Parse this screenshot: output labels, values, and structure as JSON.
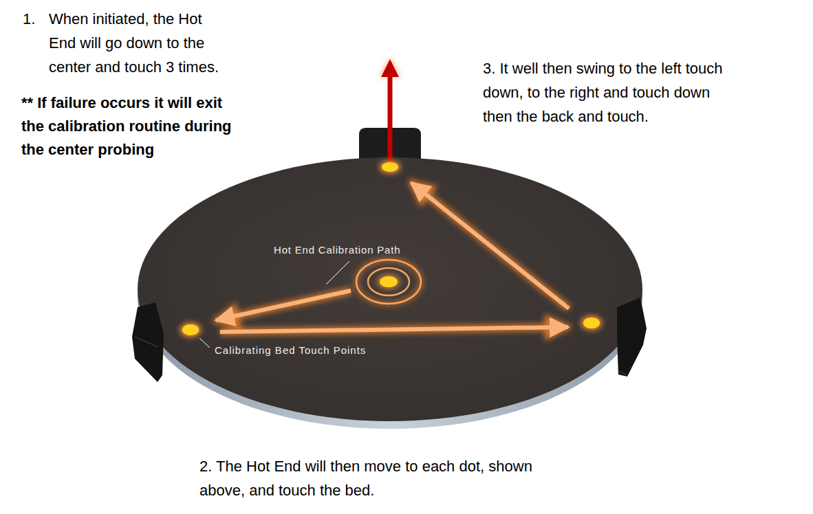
{
  "diagram": {
    "labels": [
      "1.",
      "When initiated, the Hot End will go down to the center and touch 3 times.",
      "** If failure occurs it will exit the calibration routine during the center probing",
      "3. It well then swing to the left touch down, to the right and touch down then the back and touch.",
      "Hot End Calibration Path",
      "Calibrating Bed Touch Points",
      "2. The Hot End will then move to each dot, shown above, and touch the bed."
    ]
  }
}
